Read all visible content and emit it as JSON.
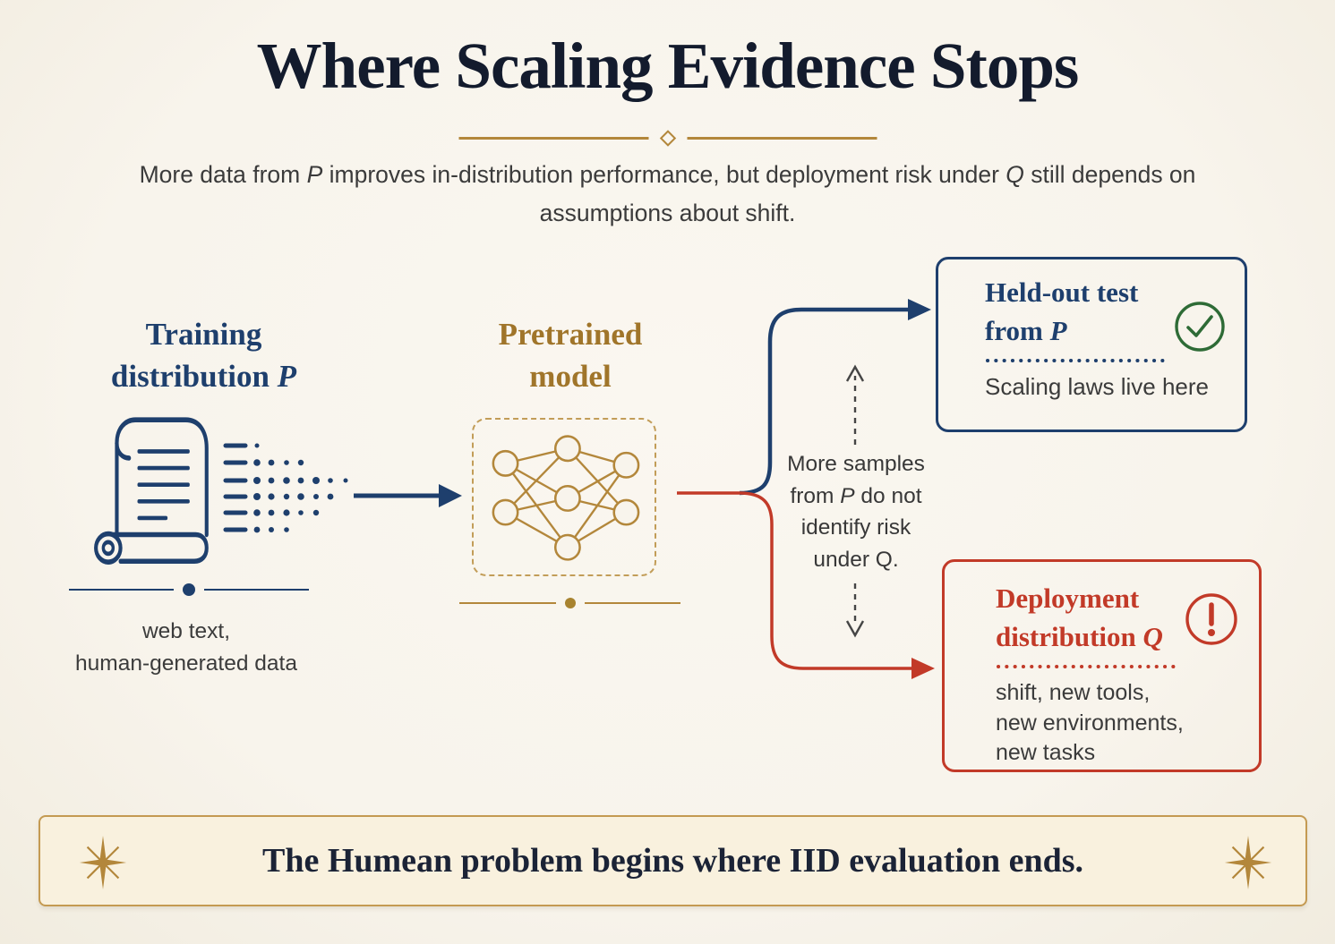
{
  "colors": {
    "background": "#f8f4ec",
    "banner_background": "#f9f1de",
    "banner_border": "#c49a52",
    "navy": "#1e3f6d",
    "navy_dark": "#1b2336",
    "title_color": "#131b2d",
    "gold": "#b3873b",
    "gold_text": "#a0752a",
    "red": "#c23a28",
    "green": "#2e6b36",
    "text_gray": "#3b3b3b"
  },
  "header": {
    "title": "Where Scaling Evidence Stops",
    "subtitle_parts": {
      "p1": "More data from ",
      "var1": "P",
      "p2": " improves in-distribution performance, but deployment risk under ",
      "var2": "Q",
      "p3": " still depends on assumptions about shift."
    }
  },
  "training": {
    "heading": "Training distribution ",
    "heading_var": "P",
    "caption_line1": "web text,",
    "caption_line2": "human-generated data"
  },
  "model": {
    "heading": "Pretrained model"
  },
  "flow_note": {
    "p1": "More samples from ",
    "var1": "P",
    "p2": " do not identify risk under Q."
  },
  "heldout_box": {
    "heading": "Held-out test from ",
    "heading_var": "P",
    "caption": "Scaling laws live here"
  },
  "deployment_box": {
    "heading": "Deployment distribution ",
    "heading_var": "Q",
    "caption_line1": "shift, new tools,",
    "caption_line2": "new environments,",
    "caption_line3": "new tasks"
  },
  "banner": {
    "text": "The Humean problem begins where IID evaluation ends."
  }
}
